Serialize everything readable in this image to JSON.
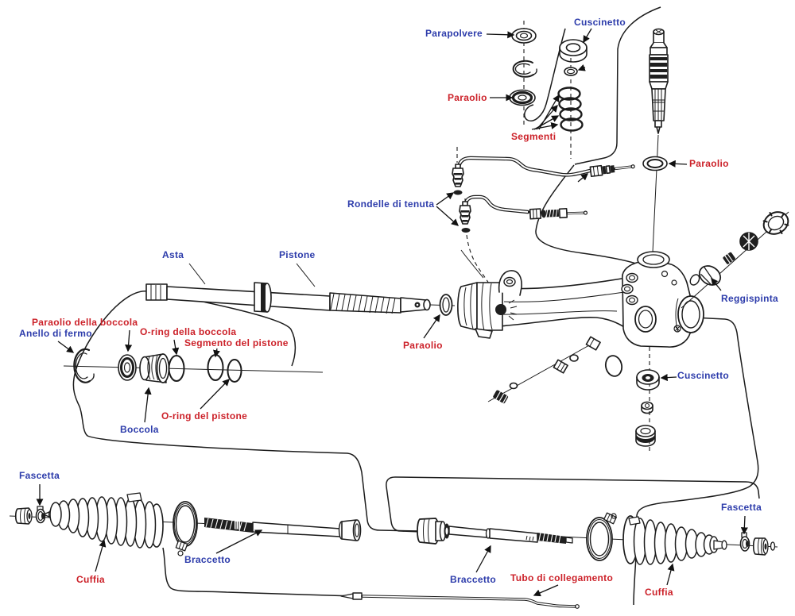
{
  "palette": {
    "label_blue": "#2d3cab",
    "label_red": "#cc2129",
    "line_color": "#1c1c1c",
    "background": "#ffffff"
  },
  "diagram": {
    "labels": [
      {
        "id": "parapolvere",
        "text": "Parapolvere",
        "color": "blue"
      },
      {
        "id": "cuscinetto-top",
        "text": "Cuscinetto",
        "color": "blue"
      },
      {
        "id": "paraolio-top",
        "text": "Paraolio",
        "color": "red"
      },
      {
        "id": "segmenti",
        "text": "Segmenti",
        "color": "red"
      },
      {
        "id": "paraolio-right",
        "text": "Paraolio",
        "color": "red"
      },
      {
        "id": "rondelle-di-tenuta",
        "text": "Rondelle di tenuta",
        "color": "blue"
      },
      {
        "id": "asta",
        "text": "Asta",
        "color": "blue"
      },
      {
        "id": "pistone",
        "text": "Pistone",
        "color": "blue"
      },
      {
        "id": "paraolio-center",
        "text": "Paraolio",
        "color": "red"
      },
      {
        "id": "reggispinta",
        "text": "Reggispinta",
        "color": "blue"
      },
      {
        "id": "paraolio-boccola",
        "text": "Paraolio della boccola",
        "color": "red"
      },
      {
        "id": "anello-di-fermo",
        "text": "Anello di fermo",
        "color": "blue"
      },
      {
        "id": "oring-boccola",
        "text": "O-ring della boccola",
        "color": "red"
      },
      {
        "id": "segmento-pistone",
        "text": "Segmento del pistone",
        "color": "red"
      },
      {
        "id": "oring-pistone",
        "text": "O-ring del pistone",
        "color": "red"
      },
      {
        "id": "boccola",
        "text": "Boccola",
        "color": "blue"
      },
      {
        "id": "fascetta-left",
        "text": "Fascetta",
        "color": "blue"
      },
      {
        "id": "cuffia-left",
        "text": "Cuffia",
        "color": "red"
      },
      {
        "id": "braccetto-left",
        "text": "Braccetto",
        "color": "blue"
      },
      {
        "id": "braccetto-right",
        "text": "Braccetto",
        "color": "blue"
      },
      {
        "id": "tubo-collegamento",
        "text": "Tubo di collegamento",
        "color": "red"
      },
      {
        "id": "fascetta-right",
        "text": "Fascetta",
        "color": "blue"
      },
      {
        "id": "cuffia-right",
        "text": "Cuffia",
        "color": "red"
      },
      {
        "id": "cuscinetto-right",
        "text": "Cuscinetto",
        "color": "blue"
      }
    ]
  }
}
